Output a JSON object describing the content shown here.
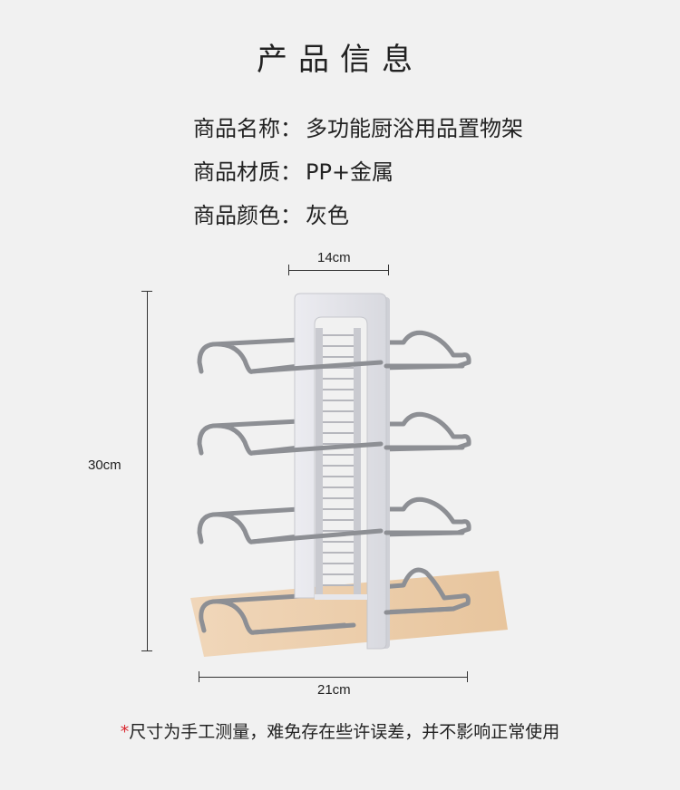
{
  "title": "产品信息",
  "info": [
    {
      "label": "商品名称：",
      "value": "多功能厨浴用品置物架"
    },
    {
      "label": "商品材质：",
      "value": "PP+金属"
    },
    {
      "label": "商品颜色：",
      "value": "灰色"
    }
  ],
  "dimensions": {
    "top": "14cm",
    "left": "30cm",
    "bottom": "21cm"
  },
  "note": {
    "star": "*",
    "text": "尺寸为手工测量，难免存在些许误差，并不影响正常使用"
  },
  "colors": {
    "background": "#f1f1f1",
    "frame": "#e9e9ee",
    "wire": "#8d8f94",
    "accent": "#d9262e"
  }
}
